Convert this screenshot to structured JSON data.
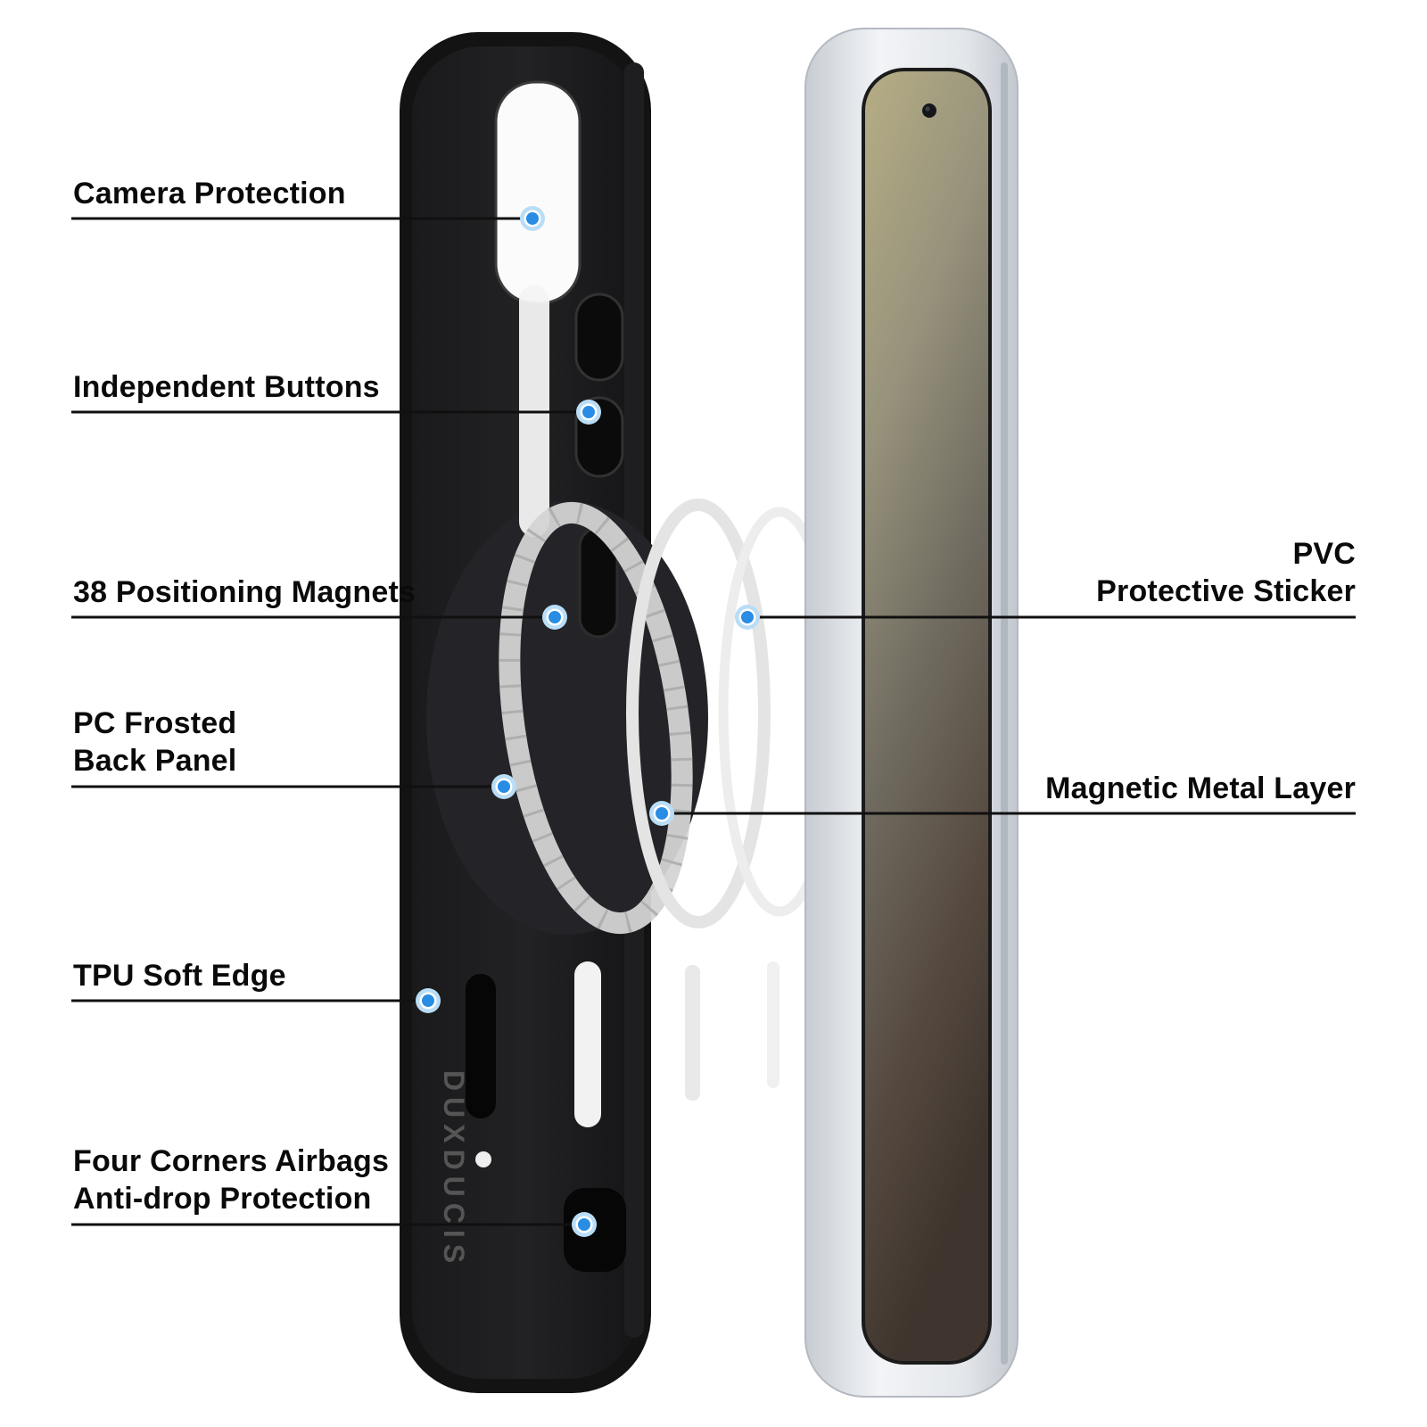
{
  "brand": "DUXDUCIS",
  "callouts": [
    {
      "id": "camera-protection",
      "lines": [
        "Camera Protection"
      ]
    },
    {
      "id": "independent-buttons",
      "lines": [
        "Independent Buttons"
      ]
    },
    {
      "id": "positioning-magnets",
      "lines": [
        "38 Positioning Magnets"
      ]
    },
    {
      "id": "pc-frosted",
      "lines": [
        "PC Frosted",
        "Back Panel"
      ]
    },
    {
      "id": "tpu-soft-edge",
      "lines": [
        "TPU Soft Edge"
      ]
    },
    {
      "id": "four-corners",
      "lines": [
        "Four Corners Airbags",
        "Anti-drop Protection"
      ]
    },
    {
      "id": "pvc-sticker",
      "lines": [
        "PVC",
        "Protective Sticker"
      ]
    },
    {
      "id": "magnetic-metal",
      "lines": [
        "Magnetic Metal Layer"
      ]
    }
  ],
  "colors": {
    "accent_blue": "#2a8de4",
    "accent_blue_halo": "#b9ddf6",
    "callout_line": "#101010",
    "case_black": "#141414",
    "frame_silver": "#d9dde2",
    "ring_silver": "#dcdcdc"
  }
}
